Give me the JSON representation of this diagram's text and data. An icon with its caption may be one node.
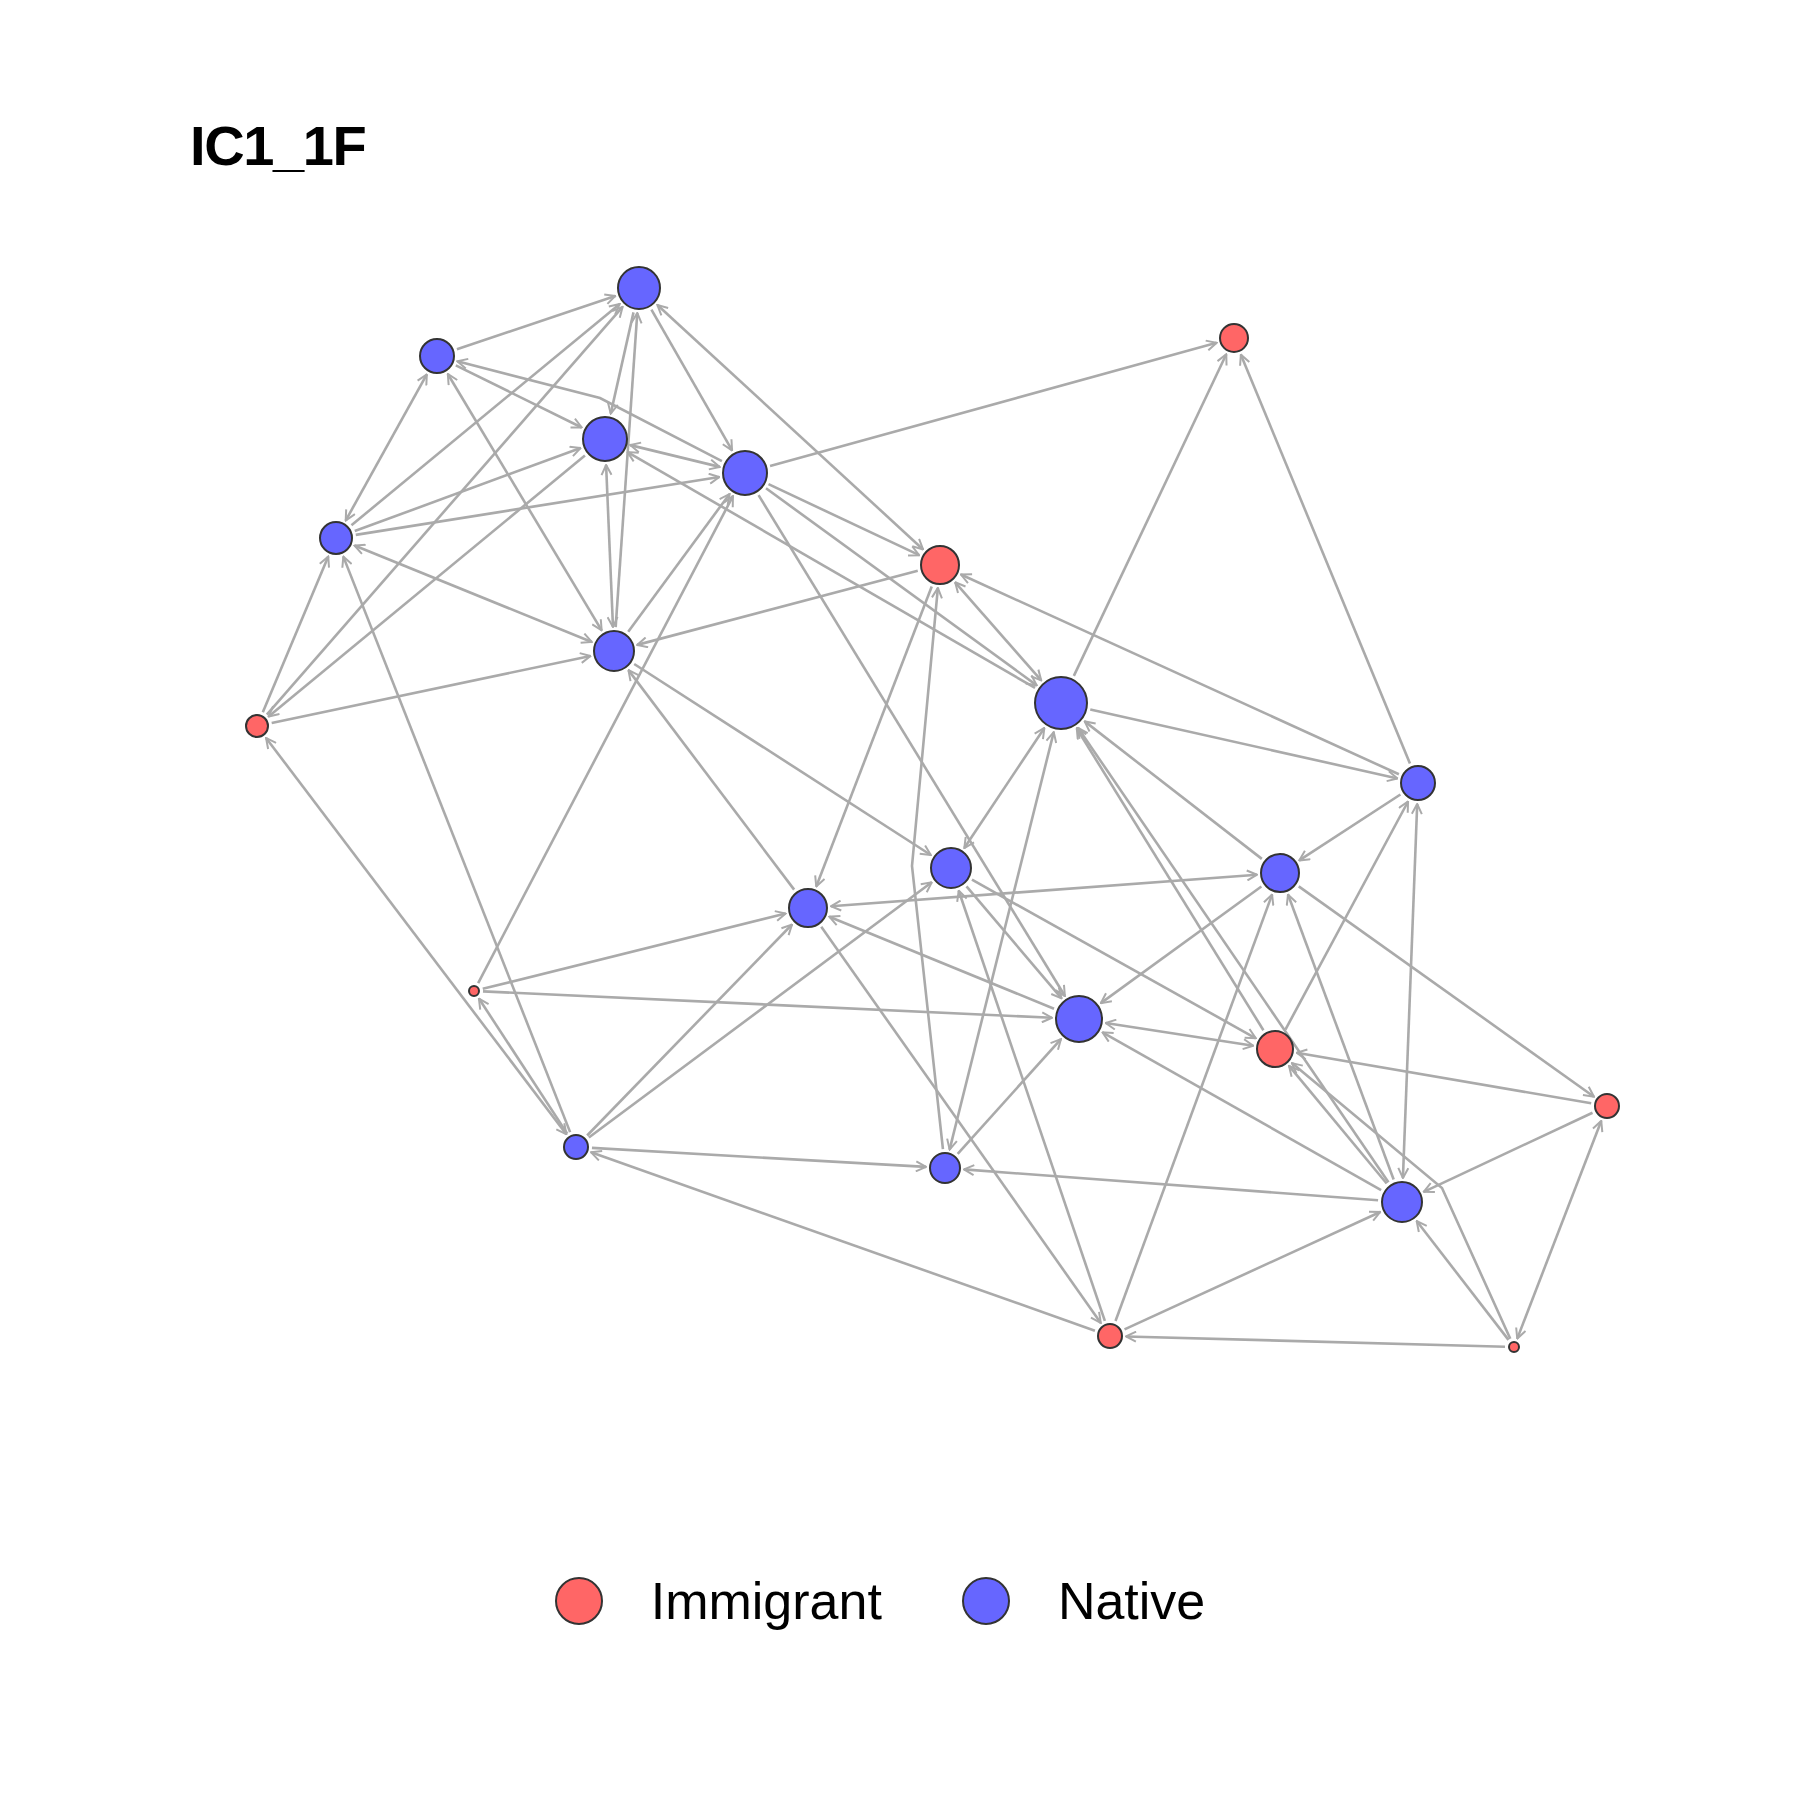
{
  "diagram": {
    "title": "IC1_1F",
    "nodes": [
      {
        "text": [],
        "shape": "circle"
      },
      {
        "text": [],
        "shape": "circle"
      },
      {
        "text": [],
        "shape": "circle"
      },
      {
        "text": [],
        "shape": "circle"
      },
      {
        "text": [],
        "shape": "circle"
      },
      {
        "text": [],
        "shape": "circle"
      },
      {
        "text": [],
        "shape": "circle"
      },
      {
        "text": [],
        "shape": "circle"
      },
      {
        "text": [],
        "shape": "circle"
      },
      {
        "text": [],
        "shape": "circle"
      },
      {
        "text": [],
        "shape": "circle"
      },
      {
        "text": [],
        "shape": "circle"
      },
      {
        "text": [],
        "shape": "circle"
      },
      {
        "text": [],
        "shape": "circle"
      },
      {
        "text": [],
        "shape": "circle"
      },
      {
        "text": [],
        "shape": "circle"
      },
      {
        "text": [],
        "shape": "circle"
      },
      {
        "text": [],
        "shape": "circle"
      },
      {
        "text": [],
        "shape": "circle"
      },
      {
        "text": [],
        "shape": "circle"
      },
      {
        "text": [],
        "shape": "circle"
      },
      {
        "text": [],
        "shape": "circle"
      },
      {
        "text": [],
        "shape": "circle"
      }
    ],
    "edges": [
      {
        "from": 1,
        "to": 0,
        "arrow": "to"
      },
      {
        "from": 5,
        "to": 0,
        "arrow": "to"
      },
      {
        "from": 9,
        "to": 0,
        "arrow": "to"
      },
      {
        "from": 7,
        "to": 0,
        "arrow": "to"
      },
      {
        "from": 0,
        "to": 3,
        "arrow": "to"
      },
      {
        "from": 0,
        "to": 4,
        "arrow": "to"
      },
      {
        "from": 0,
        "to": 6,
        "arrow": "both"
      },
      {
        "from": 1,
        "to": 5,
        "arrow": "both"
      },
      {
        "from": 1,
        "to": 3,
        "arrow": "to"
      },
      {
        "from": 1,
        "to": 7,
        "arrow": "both"
      },
      {
        "from": 4,
        "to": 1,
        "arrow": "to"
      },
      {
        "from": 5,
        "to": 3,
        "arrow": "to"
      },
      {
        "from": 5,
        "to": 4,
        "arrow": "to"
      },
      {
        "from": 5,
        "to": 7,
        "arrow": "both"
      },
      {
        "from": 3,
        "to": 4,
        "arrow": "both"
      },
      {
        "from": 3,
        "to": 7,
        "arrow": "both"
      },
      {
        "from": 7,
        "to": 4,
        "arrow": "to"
      },
      {
        "from": 14,
        "to": 4,
        "arrow": "to"
      },
      {
        "from": 8,
        "to": 3,
        "arrow": "to"
      },
      {
        "from": 4,
        "to": 8,
        "arrow": "to"
      },
      {
        "from": 4,
        "to": 6,
        "arrow": "to"
      },
      {
        "from": 6,
        "to": 7,
        "arrow": "to"
      },
      {
        "from": 3,
        "to": 9,
        "arrow": "to"
      },
      {
        "from": 9,
        "to": 5,
        "arrow": "to"
      },
      {
        "from": 9,
        "to": 7,
        "arrow": "to"
      },
      {
        "from": 4,
        "to": 2,
        "arrow": "to"
      },
      {
        "from": 8,
        "to": 2,
        "arrow": "to"
      },
      {
        "from": 10,
        "to": 2,
        "arrow": "to"
      },
      {
        "from": 6,
        "to": 8,
        "arrow": "both"
      },
      {
        "from": 8,
        "to": 10,
        "arrow": "to"
      },
      {
        "from": 12,
        "to": 8,
        "arrow": "to"
      },
      {
        "from": 20,
        "to": 8,
        "arrow": "to"
      },
      {
        "from": 16,
        "to": 8,
        "arrow": "to"
      },
      {
        "from": 10,
        "to": 12,
        "arrow": "to"
      },
      {
        "from": 10,
        "to": 6,
        "arrow": "to"
      },
      {
        "from": 6,
        "to": 13,
        "arrow": "to"
      },
      {
        "from": 19,
        "to": 6,
        "arrow": "to"
      },
      {
        "from": 4,
        "to": 15,
        "arrow": "to"
      },
      {
        "from": 7,
        "to": 11,
        "arrow": "to"
      },
      {
        "from": 13,
        "to": 7,
        "arrow": "to"
      },
      {
        "from": 8,
        "to": 11,
        "arrow": "both"
      },
      {
        "from": 13,
        "to": 12,
        "arrow": "both"
      },
      {
        "from": 11,
        "to": 15,
        "arrow": "to"
      },
      {
        "from": 11,
        "to": 16,
        "arrow": "to"
      },
      {
        "from": 15,
        "to": 16,
        "arrow": "both"
      },
      {
        "from": 15,
        "to": 13,
        "arrow": "to"
      },
      {
        "from": 14,
        "to": 15,
        "arrow": "to"
      },
      {
        "from": 14,
        "to": 13,
        "arrow": "to"
      },
      {
        "from": 18,
        "to": 9,
        "arrow": "both"
      },
      {
        "from": 18,
        "to": 14,
        "arrow": "to"
      },
      {
        "from": 18,
        "to": 5,
        "arrow": "to"
      },
      {
        "from": 18,
        "to": 13,
        "arrow": "to"
      },
      {
        "from": 18,
        "to": 11,
        "arrow": "to"
      },
      {
        "from": 18,
        "to": 19,
        "arrow": "to"
      },
      {
        "from": 21,
        "to": 18,
        "arrow": "to"
      },
      {
        "from": 19,
        "to": 15,
        "arrow": "to"
      },
      {
        "from": 8,
        "to": 19,
        "arrow": "both"
      },
      {
        "from": 13,
        "to": 21,
        "arrow": "to"
      },
      {
        "from": 21,
        "to": 11,
        "arrow": "to"
      },
      {
        "from": 21,
        "to": 12,
        "arrow": "to"
      },
      {
        "from": 21,
        "to": 20,
        "arrow": "to"
      },
      {
        "from": 22,
        "to": 21,
        "arrow": "to"
      },
      {
        "from": 22,
        "to": 20,
        "arrow": "to"
      },
      {
        "from": 22,
        "to": 16,
        "arrow": "to"
      },
      {
        "from": 17,
        "to": 22,
        "arrow": "both"
      },
      {
        "from": 17,
        "to": 20,
        "arrow": "to"
      },
      {
        "from": 12,
        "to": 17,
        "arrow": "to"
      },
      {
        "from": 17,
        "to": 16,
        "arrow": "to"
      },
      {
        "from": 20,
        "to": 16,
        "arrow": "to"
      },
      {
        "from": 16,
        "to": 10,
        "arrow": "to"
      },
      {
        "from": 20,
        "to": 10,
        "arrow": "both"
      },
      {
        "from": 20,
        "to": 12,
        "arrow": "to"
      },
      {
        "from": 12,
        "to": 15,
        "arrow": "to"
      },
      {
        "from": 20,
        "to": 15,
        "arrow": "to"
      },
      {
        "from": 20,
        "to": 19,
        "arrow": "to"
      }
    ],
    "legend": [
      {
        "text": "Immigrant",
        "color": "#ff6666"
      },
      {
        "text": "Native",
        "color": "#6666ff"
      }
    ]
  }
}
